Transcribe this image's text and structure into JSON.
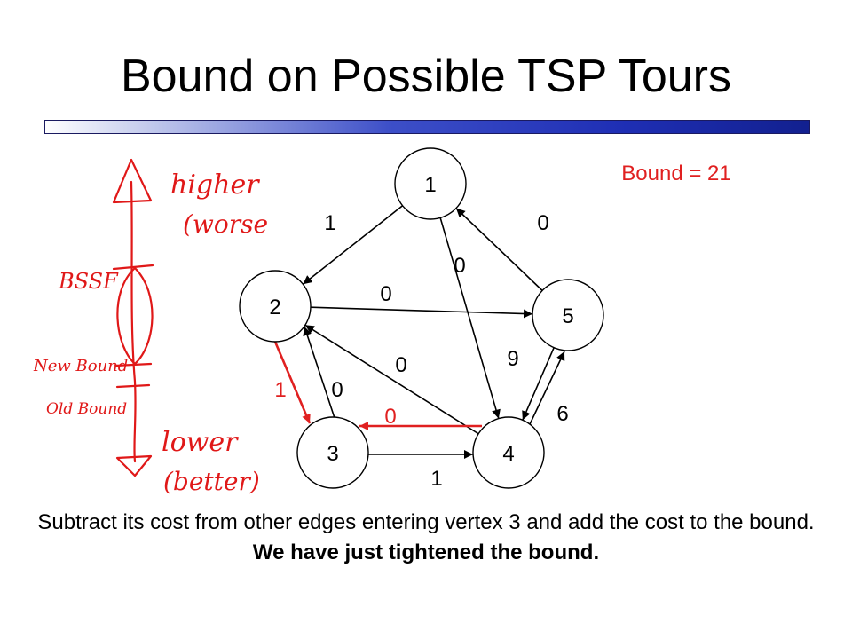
{
  "slide": {
    "title": "Bound on Possible TSP Tours",
    "bound_label": "Bound = 21",
    "caption_line1": "Subtract its cost from other edges entering vertex 3 and add the cost to the bound.",
    "caption_line2": "We have just tightened the bound."
  },
  "graph": {
    "nodes": [
      {
        "id": "1",
        "label": "1"
      },
      {
        "id": "2",
        "label": "2"
      },
      {
        "id": "3",
        "label": "3"
      },
      {
        "id": "4",
        "label": "4"
      },
      {
        "id": "5",
        "label": "5"
      }
    ],
    "edges": [
      {
        "from": "1",
        "to": "2",
        "weight": "1",
        "highlight": false
      },
      {
        "from": "5",
        "to": "1",
        "weight": "0",
        "highlight": false
      },
      {
        "from": "1",
        "to": "4",
        "weight": "0",
        "highlight": false
      },
      {
        "from": "2",
        "to": "5",
        "weight": "0",
        "highlight": false
      },
      {
        "from": "5",
        "to": "4",
        "weight": "9",
        "highlight": false
      },
      {
        "from": "4",
        "to": "2",
        "weight": "0",
        "highlight": false
      },
      {
        "from": "2",
        "to": "3",
        "weight": "1",
        "highlight": true
      },
      {
        "from": "3",
        "to": "2",
        "weight": "0",
        "highlight": false
      },
      {
        "from": "4",
        "to": "3",
        "weight": "0",
        "highlight": true
      },
      {
        "from": "3",
        "to": "4",
        "weight": "1",
        "highlight": false
      },
      {
        "from": "4",
        "to": "5",
        "weight": "6",
        "highlight": false
      }
    ]
  },
  "annotations": {
    "higher": "higher",
    "worse": "(worse",
    "bssf": "BSSF",
    "new_bound": "New Bound",
    "old_bound": "Old Bound",
    "lower": "lower",
    "better": "(better)"
  },
  "colors": {
    "highlight": "#e02020",
    "ink": "#e01818",
    "node_stroke": "#000000"
  }
}
